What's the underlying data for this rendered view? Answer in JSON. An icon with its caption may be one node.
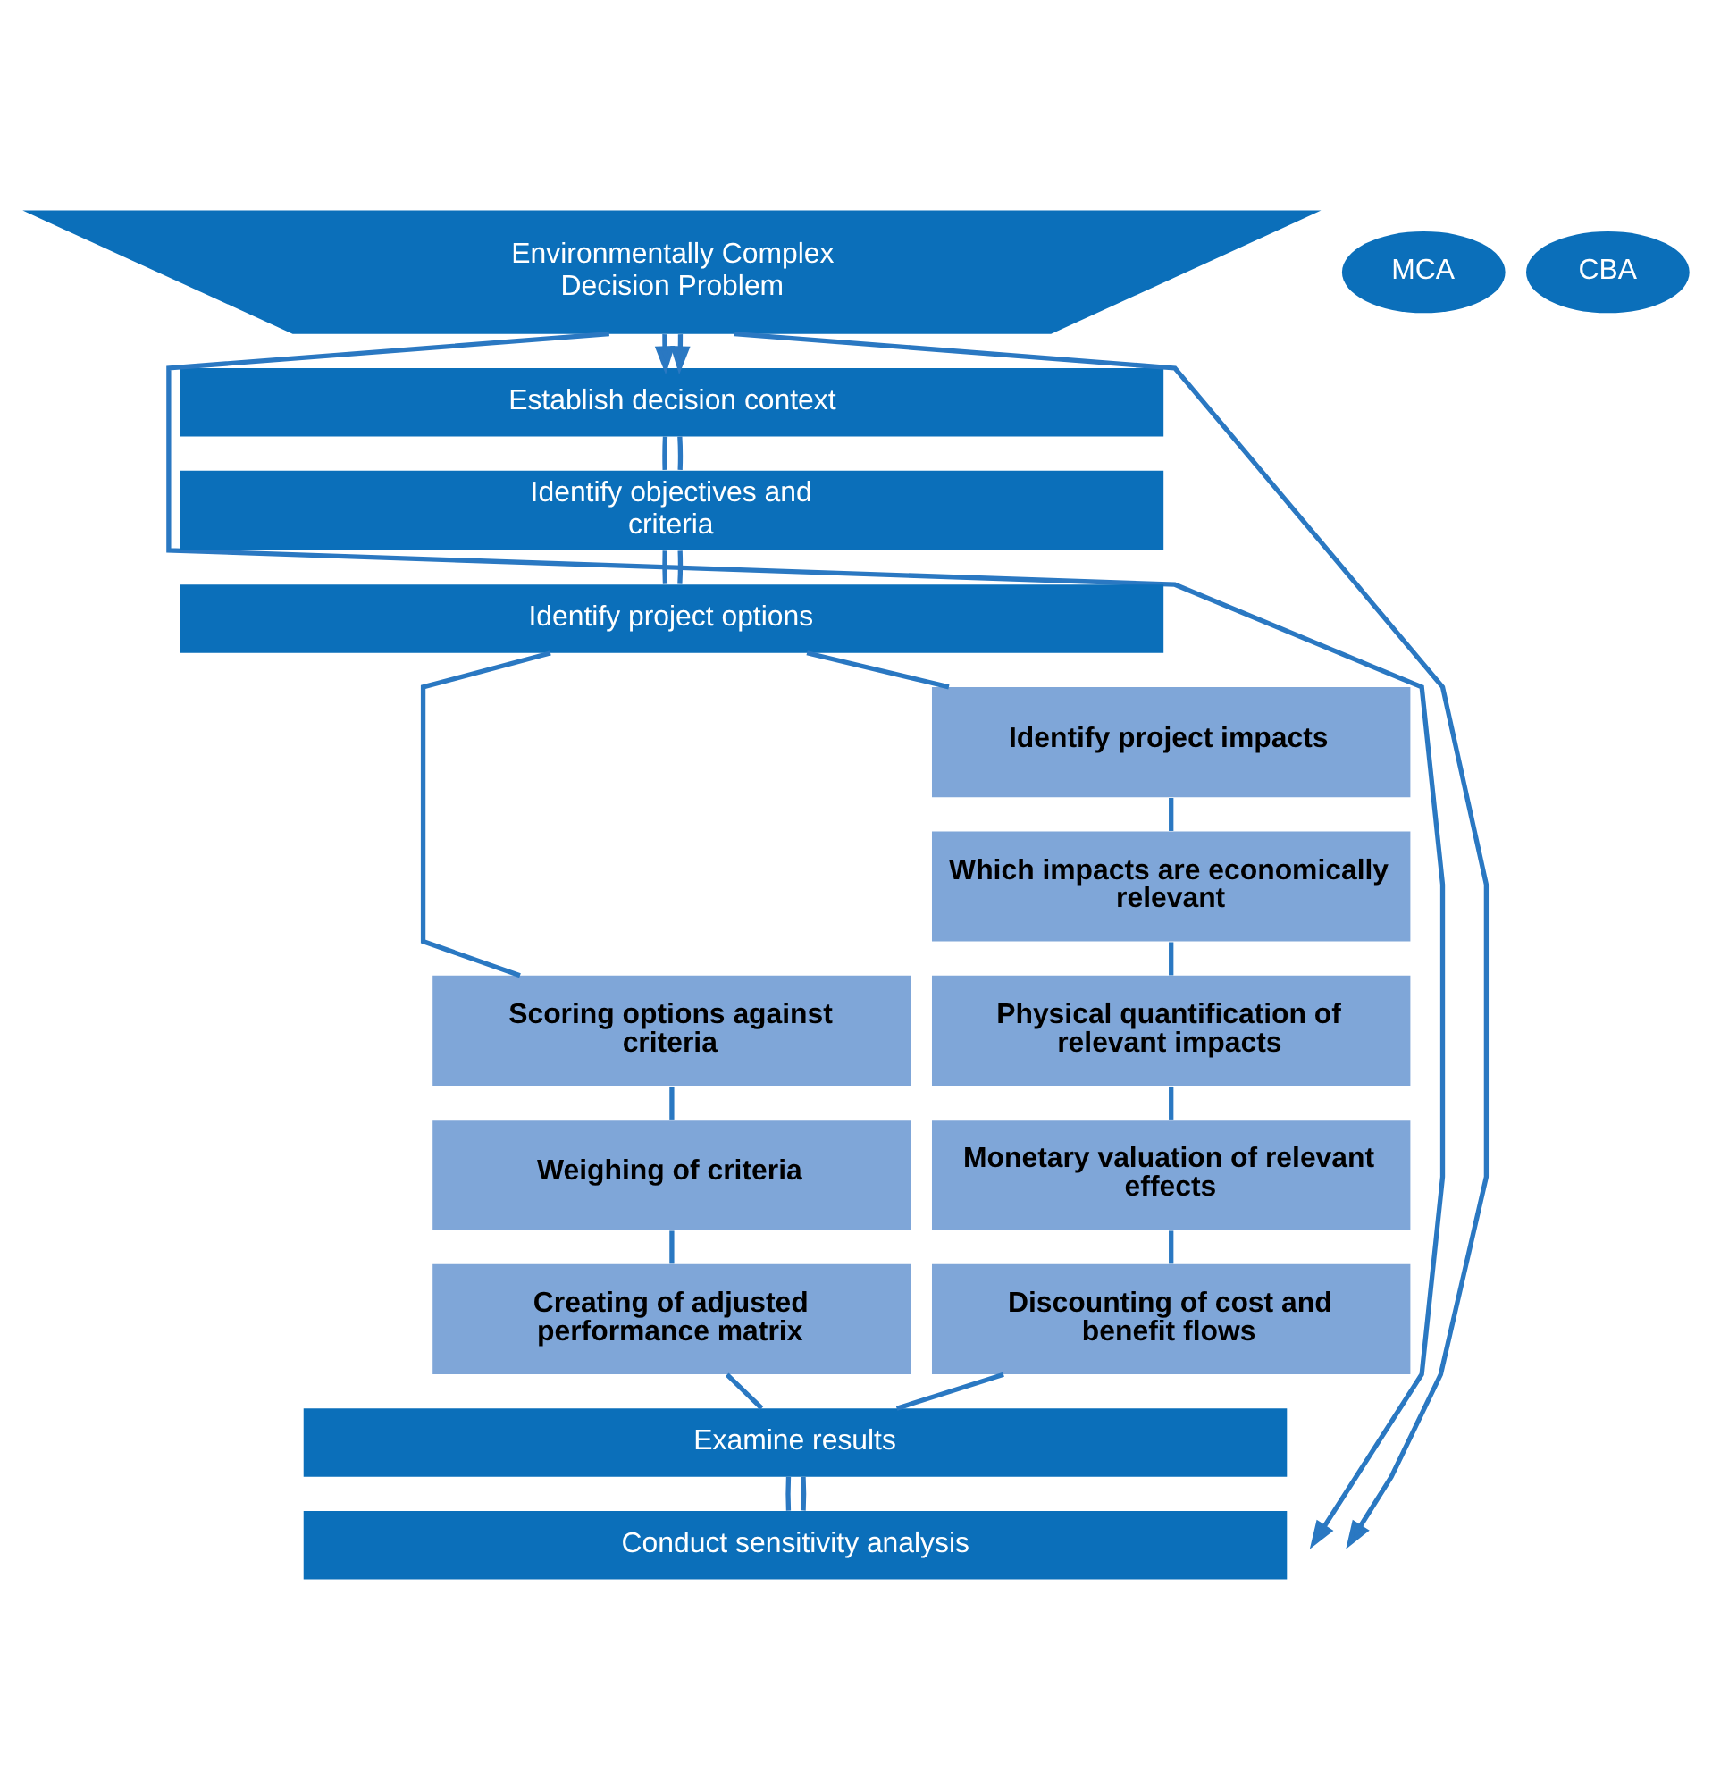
{
  "diagram": {
    "nodes": [
      {
        "text": [
          "Environmentally Complex Decision Problem"
        ]
      },
      {
        "text": [
          "MCA"
        ]
      },
      {
        "text": [
          "CBA"
        ]
      },
      {
        "text": [
          "Establish decision context"
        ]
      },
      {
        "text": [
          "Identify objectives and criteria"
        ]
      },
      {
        "text": [
          "Identify project options"
        ]
      },
      {
        "text": [
          "Identify project impacts"
        ]
      },
      {
        "text": [
          "Which impacts are economically relevant"
        ]
      },
      {
        "text": [
          "Scoring options against criteria"
        ]
      },
      {
        "text": [
          "Physical quantification of relevant impacts"
        ]
      },
      {
        "text": [
          "Weighing of criteria"
        ]
      },
      {
        "text": [
          "Monetary valuation of relevant effects"
        ]
      },
      {
        "text": [
          "Creating of adjusted performance matrix"
        ]
      },
      {
        "text": [
          "Discounting of cost and benefit flows"
        ]
      },
      {
        "text": [
          "Examine results"
        ]
      },
      {
        "text": [
          "Conduct sensitivity analysis"
        ]
      }
    ],
    "edges": [
      {
        "from": 0,
        "to": null,
        "arrow": "to"
      },
      {
        "from": 0,
        "to": 3,
        "arrow": "to"
      },
      {
        "from": 0,
        "to": 3,
        "arrow": "to"
      },
      {
        "from": 0,
        "to": null,
        "arrow": "to"
      },
      {
        "from": 3,
        "to": 4,
        "arrow": "none"
      },
      {
        "from": 4,
        "to": 5,
        "arrow": "none"
      },
      {
        "from": 5,
        "to": 8,
        "arrow": "none"
      },
      {
        "from": 8,
        "to": 10,
        "arrow": "none"
      },
      {
        "from": 10,
        "to": 12,
        "arrow": "none"
      },
      {
        "from": 12,
        "to": 14,
        "arrow": "none"
      },
      {
        "from": 14,
        "to": 15,
        "arrow": "none"
      },
      {
        "from": 3,
        "to": 4,
        "arrow": "none"
      },
      {
        "from": 4,
        "to": 5,
        "arrow": "none"
      },
      {
        "from": 5,
        "to": 6,
        "arrow": "none"
      },
      {
        "from": 6,
        "to": 7,
        "arrow": "none"
      },
      {
        "from": 7,
        "to": 9,
        "arrow": "none"
      },
      {
        "from": 9,
        "to": 11,
        "arrow": "none"
      },
      {
        "from": 11,
        "to": 13,
        "arrow": "none"
      },
      {
        "from": 13,
        "to": 14,
        "arrow": "none"
      },
      {
        "from": 14,
        "to": 15,
        "arrow": "none"
      }
    ]
  }
}
